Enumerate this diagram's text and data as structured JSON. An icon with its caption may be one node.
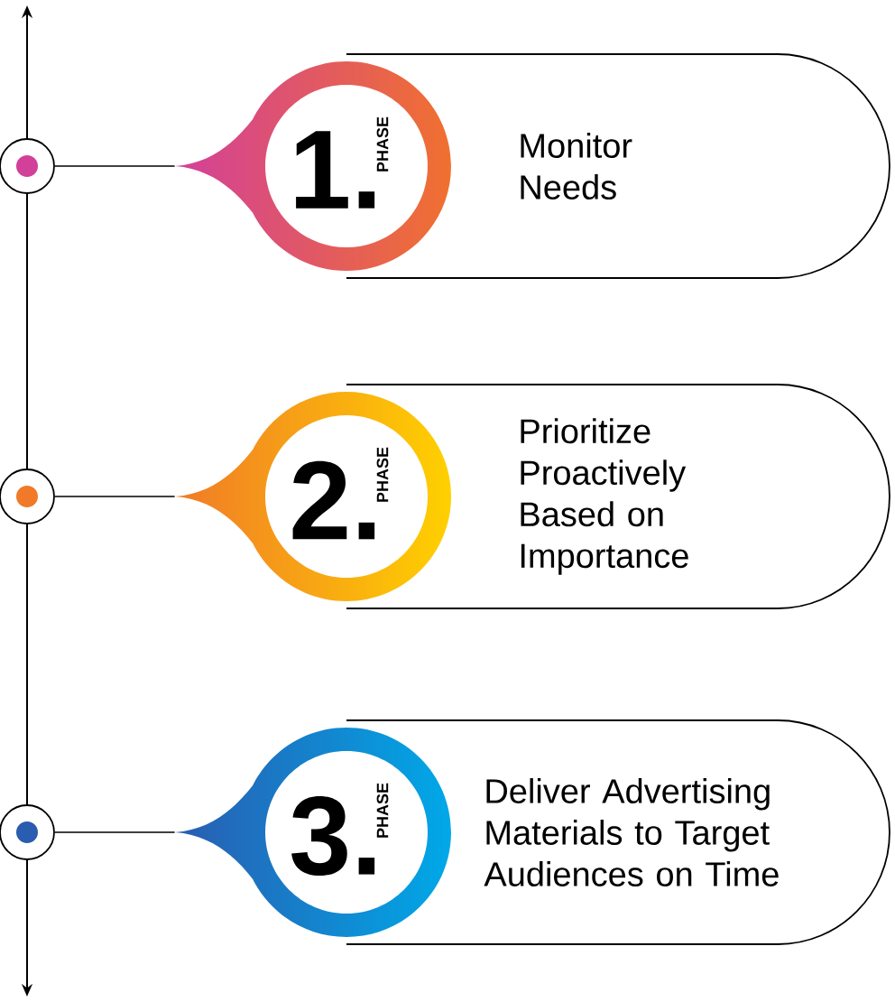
{
  "diagram": {
    "nodes": [
      {
        "text": [],
        "shape": "circle"
      },
      {
        "text": [
          "1.",
          "PHASE"
        ]
      },
      {
        "text": [
          "Monitor Needs"
        ]
      },
      {
        "text": [],
        "shape": "circle"
      },
      {
        "text": [
          "2.",
          "PHASE"
        ]
      },
      {
        "text": [
          "Prioritize Proactively Based on Importance"
        ]
      },
      {
        "text": [],
        "shape": "circle"
      },
      {
        "text": [
          "3.",
          "PHASE"
        ]
      },
      {
        "text": [
          "Deliver Advertising Materials to Target Audiences on Time"
        ]
      }
    ],
    "edges": [
      {
        "from": 0,
        "to": 1,
        "arrow": "none"
      },
      {
        "from": 3,
        "to": 4,
        "arrow": "none"
      },
      {
        "from": 6,
        "to": 7,
        "arrow": "none"
      }
    ]
  }
}
